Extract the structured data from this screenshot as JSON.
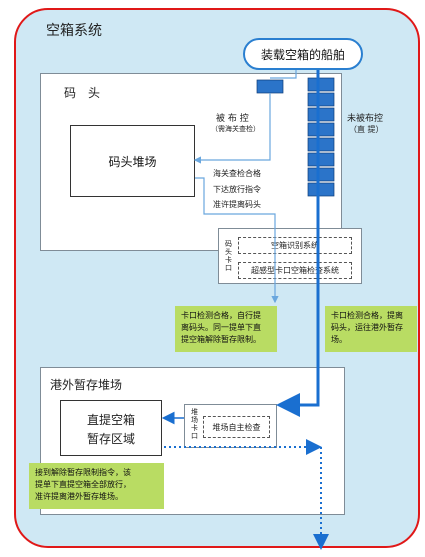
{
  "title": "空箱系统",
  "ship_label": "装载空箱的船舶",
  "wharf_label": "码　头",
  "yard_label": "码头堆场",
  "controlled_label": "被 布 控",
  "controlled_sub": "（需海关查检）",
  "uncontrolled_label": "未被布控",
  "uncontrolled_sub": "（直 提）",
  "customs_pass_lines": [
    "海关查检合格",
    "下达放行指令",
    "准许提离码头"
  ],
  "gate_label": "码头卡口",
  "gate_system_1": "空箱识别系统",
  "gate_system_2": "超感型卡口空箱检查系统",
  "note_left": "卡口检测合格，自行提\n离码头。同一提单下直\n提空箱解除暂存限制。",
  "note_right": "卡口检测合格，提离\n码头，运往港外暂存\n场。",
  "offsite_label": "港外暂存堆场",
  "direct_area_lines": [
    "直提空箱",
    "暂存区域"
  ],
  "yard_gate_label": "堆场卡口",
  "self_check_label": "堆场自主检查",
  "note_bottom": "接到解除暂存限制指令，该\n提单下直提空箱全部放行，\n准许提离港外暂存堆场。",
  "colors": {
    "panel": "#cfe8f4",
    "border": "#e01818",
    "arrow": "#1a6fd0",
    "note": "#b9dc63"
  }
}
